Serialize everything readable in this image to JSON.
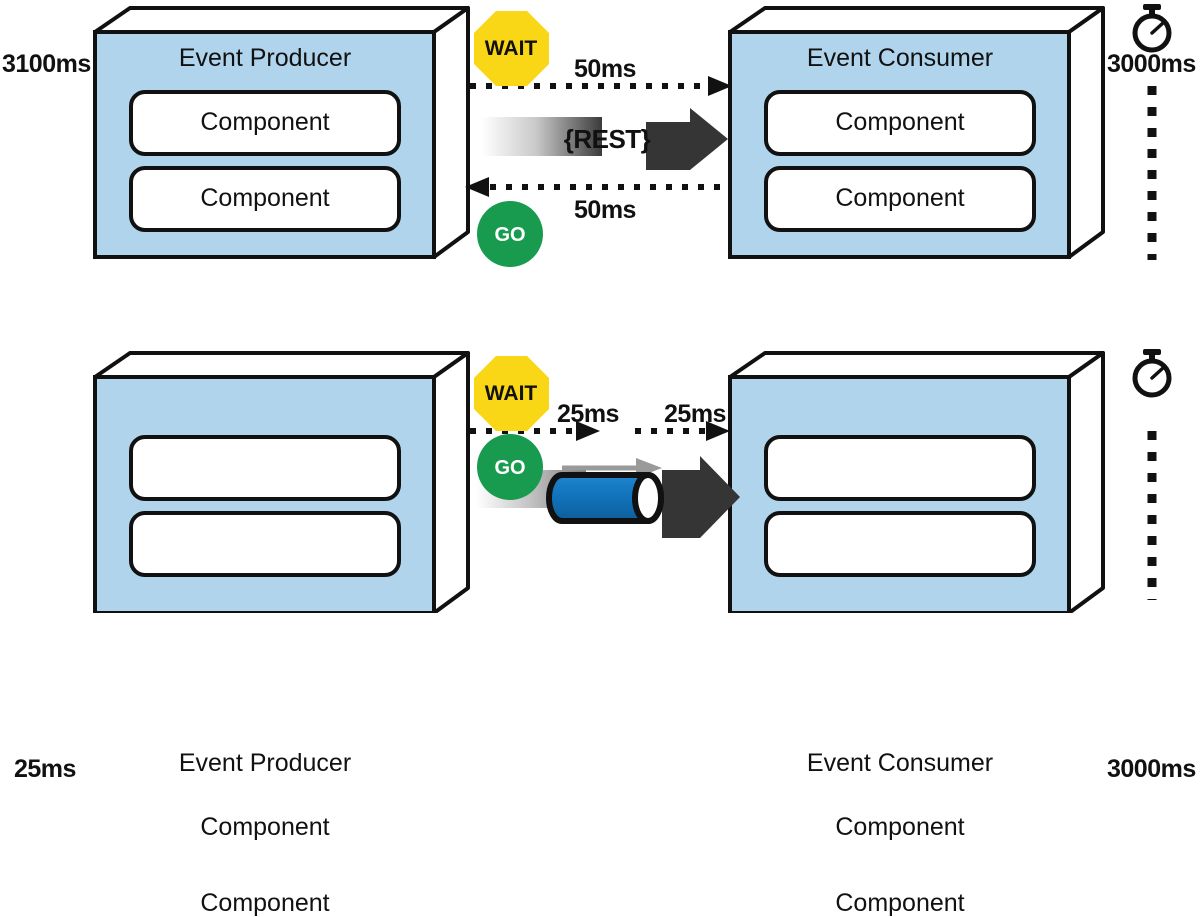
{
  "meta": {
    "title": "Event Producer / Event Consumer latency comparison",
    "type": "diagram"
  },
  "colors": {
    "box_fill": "#AFD4EC",
    "box_top": "#FFFFFF",
    "box_side": "#FFFFFF",
    "outline": "#111111",
    "component_fill": "#FFFFFF",
    "wait_yellow": "#F9D616",
    "go_green": "#199B4F",
    "arrow_dark": "#353535",
    "pipe_blue": "#1273BC",
    "gradient_gray": "#8A8A8A",
    "gray_arrow": "#9A9A9A",
    "background": "#FFFFFF"
  },
  "panels": [
    {
      "id": "rest-synchronous",
      "left_latency": "3100ms",
      "producer": {
        "title": "Event Producer",
        "components": [
          "Component",
          "Component"
        ]
      },
      "consumer": {
        "title": "Event Consumer",
        "components": [
          "Component",
          "Component"
        ]
      },
      "signs": {
        "wait": "WAIT",
        "go": "GO"
      },
      "protocol_label": "{REST}",
      "hops": [
        {
          "label": "50ms",
          "direction": "right"
        },
        {
          "label": "50ms",
          "direction": "left"
        }
      ],
      "stopwatch": {
        "icon": "stopwatch-icon",
        "value": "3000ms"
      }
    },
    {
      "id": "messaging-asynchronous",
      "left_latency": "25ms",
      "producer": {
        "title": "Event Producer",
        "components": [
          "Component",
          "Component"
        ]
      },
      "consumer": {
        "title": "Event Consumer",
        "components": [
          "Component",
          "Component"
        ]
      },
      "signs": {
        "wait": "WAIT",
        "go": "GO"
      },
      "protocol_label": "",
      "hops": [
        {
          "label": "25ms",
          "direction": "right"
        },
        {
          "label": "25ms",
          "direction": "right"
        }
      ],
      "stopwatch": {
        "icon": "stopwatch-icon",
        "value": "3000ms"
      }
    }
  ]
}
